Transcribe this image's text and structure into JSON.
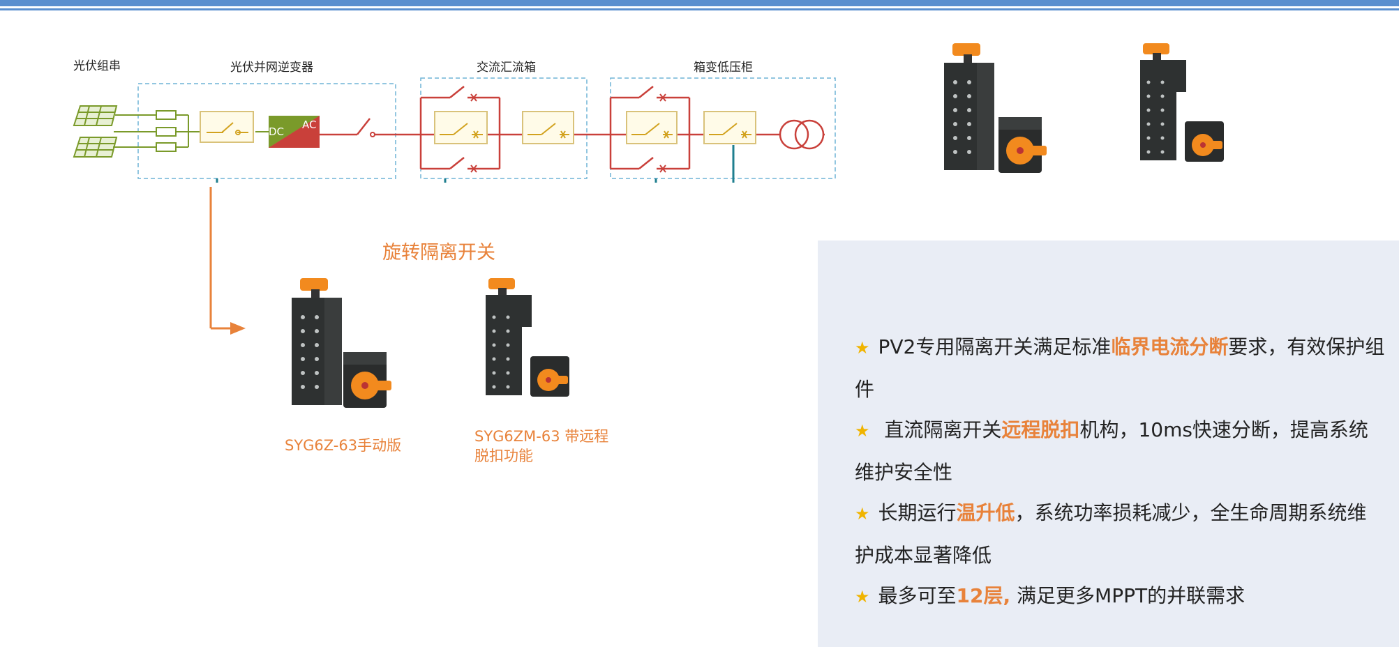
{
  "sections": {
    "pv_string": "光伏组串",
    "inverter": "光伏并网逆变器",
    "ac_combiner": "交流汇流箱",
    "lv_cabinet": "箱变低压柜"
  },
  "inverter_labels": {
    "dc": "DC",
    "ac": "AC"
  },
  "product_title": "旋转隔离开关",
  "products": [
    {
      "caption_line1": "SYG6Z-63手动版",
      "caption_line2": ""
    },
    {
      "caption_line1": "SYG6ZM-63 带远程",
      "caption_line2": "脱扣功能"
    }
  ],
  "features": [
    {
      "pre": "PV2专用隔离开关满足标准",
      "highlight": "临界电流分断",
      "post": "要求，有效保护组件"
    },
    {
      "pre": " 直流隔离开关",
      "highlight": "远程脱扣",
      "post": "机构，10ms快速分断，提高系统维护安全性"
    },
    {
      "pre": "长期运行",
      "highlight": "温升低",
      "post": "，系统功率损耗减少，全生命周期系统维护成本显著降低"
    },
    {
      "pre": "最多可至",
      "highlight": "12层,",
      "post": " 满足更多MPPT的并联需求"
    }
  ],
  "colors": {
    "accent_orange": "#e8823a",
    "header_blue": "#5b8fcf",
    "dashed_box": "#6fb3d6",
    "pv_green": "#7a9a2a",
    "line_red": "#c9403a",
    "star_gold": "#f0b400",
    "panel_bg": "#e9edf5"
  }
}
